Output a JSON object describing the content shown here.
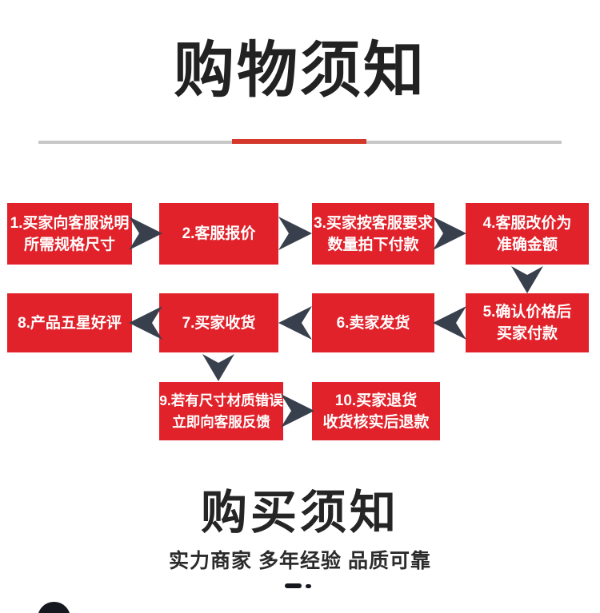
{
  "header": {
    "title": "购物须知"
  },
  "colors": {
    "box_red": "#e1222b",
    "divider_red": "#d4382b",
    "divider_gray": "#c7c7c7",
    "arrow_dark": "#38404d",
    "title_black": "#222222"
  },
  "icons": {
    "arrow_right": "▶",
    "arrow_left": "◀",
    "arrow_down": "▼"
  },
  "flow": {
    "boxes": [
      {
        "step": 1,
        "lines": [
          "1.买家向客服说明",
          "所需规格尺寸"
        ]
      },
      {
        "step": 2,
        "lines": [
          "2.客服报价"
        ]
      },
      {
        "step": 3,
        "lines": [
          "3.买家按客服要求",
          "数量拍下付款"
        ]
      },
      {
        "step": 4,
        "lines": [
          "4.客服改价为",
          "准确金额"
        ]
      },
      {
        "step": 5,
        "lines": [
          "5.确认价格后",
          "买家付款"
        ]
      },
      {
        "step": 6,
        "lines": [
          "6.卖家发货"
        ]
      },
      {
        "step": 7,
        "lines": [
          "7.买家收货"
        ]
      },
      {
        "step": 8,
        "lines": [
          "8.产品五星好评"
        ]
      },
      {
        "step": 9,
        "lines": [
          "9.若有尺寸材质错误",
          "立即向客服反馈"
        ]
      },
      {
        "step": 10,
        "lines": [
          "10.买家退货",
          "收货核实后退款"
        ]
      }
    ],
    "arrows": [
      {
        "from": 1,
        "to": 2,
        "direction": "right"
      },
      {
        "from": 2,
        "to": 3,
        "direction": "right"
      },
      {
        "from": 3,
        "to": 4,
        "direction": "right"
      },
      {
        "from": 4,
        "to": 5,
        "direction": "down"
      },
      {
        "from": 5,
        "to": 6,
        "direction": "left"
      },
      {
        "from": 6,
        "to": 7,
        "direction": "left"
      },
      {
        "from": 7,
        "to": 8,
        "direction": "left"
      },
      {
        "from": 7,
        "to": 9,
        "direction": "down"
      },
      {
        "from": 9,
        "to": 10,
        "direction": "right"
      }
    ]
  },
  "footer": {
    "title": "购买须知",
    "subtitle": "实力商家 多年经验 品质可靠"
  }
}
